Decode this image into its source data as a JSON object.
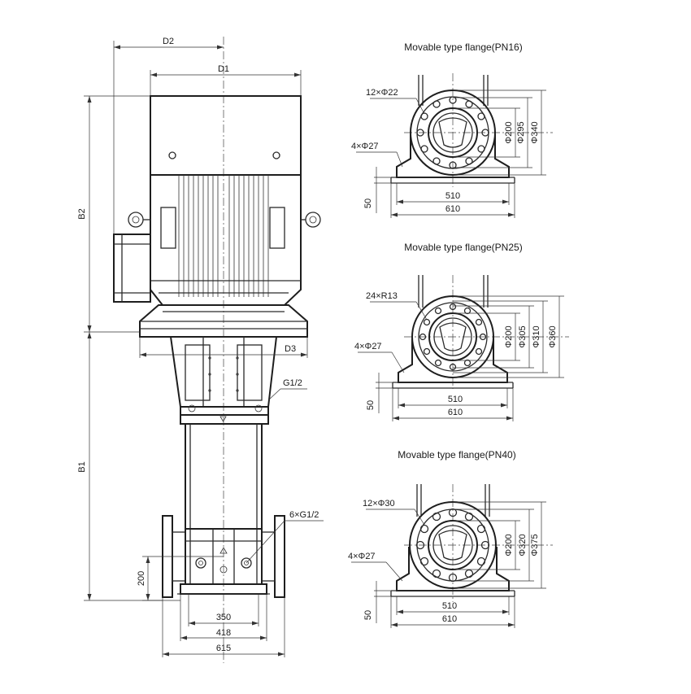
{
  "main_view": {
    "dims": {
      "d2": "D2",
      "d1": "D1",
      "d3": "D3",
      "b2": "B2",
      "b1": "B1",
      "g12": "G1/2",
      "six_g12": "6×G1/2",
      "h200": "200",
      "w350": "350",
      "w418": "418",
      "w615": "615"
    }
  },
  "flange_views": [
    {
      "title": "Movable type flange(PN16)",
      "bolt_label": "12×Φ22",
      "foot_hole_label": "4×Φ27",
      "diameters": [
        "Φ200",
        "Φ295",
        "Φ340"
      ],
      "height": "50",
      "width_inner": "510",
      "width_outer": "610"
    },
    {
      "title": "Movable type flange(PN25)",
      "bolt_label": "24×R13",
      "foot_hole_label": "4×Φ27",
      "diameters": [
        "Φ200",
        "Φ305",
        "Φ310",
        "Φ360"
      ],
      "height": "50",
      "width_inner": "510",
      "width_outer": "610"
    },
    {
      "title": "Movable type flange(PN40)",
      "bolt_label": "12×Φ30",
      "foot_hole_label": "4×Φ27",
      "diameters": [
        "Φ200",
        "Φ320",
        "Φ375"
      ],
      "height": "50",
      "width_inner": "510",
      "width_outer": "610"
    }
  ]
}
